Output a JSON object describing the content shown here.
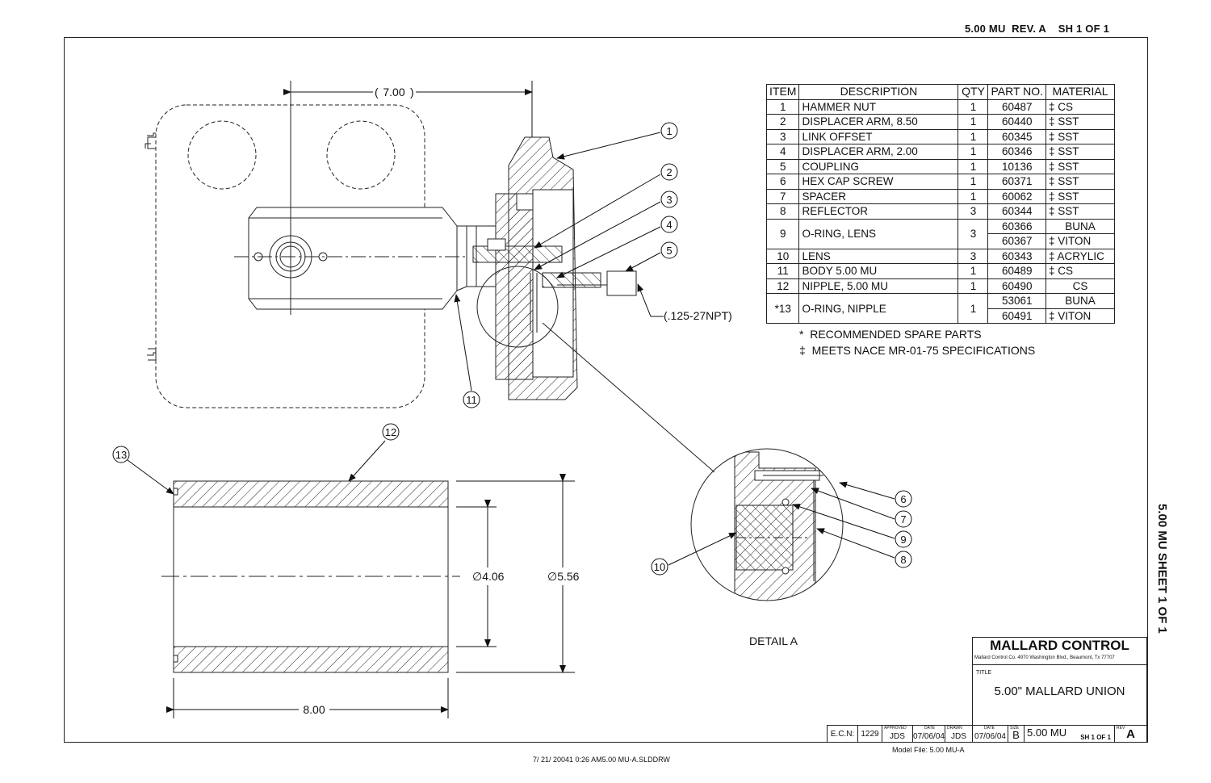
{
  "header": {
    "info": "5.00 MU  REV. A    SH 1 OF 1"
  },
  "side_label": "5.00 MU SHEET 1 OF 1",
  "dimensions": {
    "top_width": "7.00",
    "bore": "∅4.06",
    "outer": "∅5.56",
    "length": "8.00",
    "npt": "(.125-27NPT)"
  },
  "balloons": [
    "1",
    "2",
    "3",
    "4",
    "5",
    "11",
    "12",
    "13",
    "6",
    "7",
    "9",
    "8",
    "10"
  ],
  "detail_label": "DETAIL A",
  "bom": {
    "headers": [
      "ITEM",
      "DESCRIPTION",
      "QTY",
      "PART NO.",
      "MATERIAL"
    ],
    "rows": [
      {
        "item": "1",
        "desc": "HAMMER NUT",
        "qty": "1",
        "part": "60487",
        "mat": "‡ CS"
      },
      {
        "item": "2",
        "desc": "DISPLACER ARM, 8.50",
        "qty": "1",
        "part": "60440",
        "mat": "‡ SST"
      },
      {
        "item": "3",
        "desc": "LINK OFFSET",
        "qty": "1",
        "part": "60345",
        "mat": "‡ SST"
      },
      {
        "item": "4",
        "desc": "DISPLACER ARM, 2.00",
        "qty": "1",
        "part": "60346",
        "mat": "‡ SST"
      },
      {
        "item": "5",
        "desc": "COUPLING",
        "qty": "1",
        "part": "10136",
        "mat": "‡ SST"
      },
      {
        "item": "6",
        "desc": "HEX CAP SCREW",
        "qty": "1",
        "part": "60371",
        "mat": "‡ SST"
      },
      {
        "item": "7",
        "desc": "SPACER",
        "qty": "1",
        "part": "60062",
        "mat": "‡ SST"
      },
      {
        "item": "8",
        "desc": "REFLECTOR",
        "qty": "3",
        "part": "60344",
        "mat": "‡ SST"
      },
      {
        "item": "9",
        "desc": "O-RING, LENS",
        "qty": "3",
        "part": "60366",
        "part2": "60367",
        "mat": "BUNA",
        "mat2": "‡ VITON"
      },
      {
        "item": "10",
        "desc": "LENS",
        "qty": "3",
        "part": "60343",
        "mat": "‡ ACRYLIC"
      },
      {
        "item": "11",
        "desc": "BODY 5.00 MU",
        "qty": "1",
        "part": "60489",
        "mat": "‡ CS"
      },
      {
        "item": "12",
        "desc": "NIPPLE, 5.00 MU",
        "qty": "1",
        "part": "60490",
        "mat": "CS"
      },
      {
        "item": "*13",
        "desc": "O-RING, NIPPLE",
        "qty": "1",
        "part": "53061",
        "part2": "60491",
        "mat": "BUNA",
        "mat2": "‡ VITON"
      }
    ],
    "note1": "*  RECOMMENDED SPARE PARTS",
    "note2": "‡  MEETS NACE MR-01-75 SPECIFICATIONS"
  },
  "title_block": {
    "company": "MALLARD CONTROL",
    "address": "Mallard Control Co. 4970 Washington Blvd., Beaumont, Tx 77707",
    "title_label": "TITLE",
    "title": "5.00\" MALLARD UNION",
    "ecn_label": "E.C.N:",
    "ecn": "1229",
    "approved_label": "APPROVED",
    "approved": "JDS",
    "date1_label": "DATE",
    "date1": "07/06/04",
    "drawn_label": "DRAWN",
    "drawn": "JDS",
    "date2_label": "DATE",
    "date2": "07/06/04",
    "size_label": "SIZE",
    "size": "B",
    "dwg": "5.00 MU",
    "sheet": "SH 1 OF 1",
    "rev_label": "REV",
    "rev": "A"
  },
  "model_file": "Model File: 5.00 MU-A",
  "footer": "7/ 21/ 20041 0:26 AM5.00 MU-A.SLDDRW"
}
